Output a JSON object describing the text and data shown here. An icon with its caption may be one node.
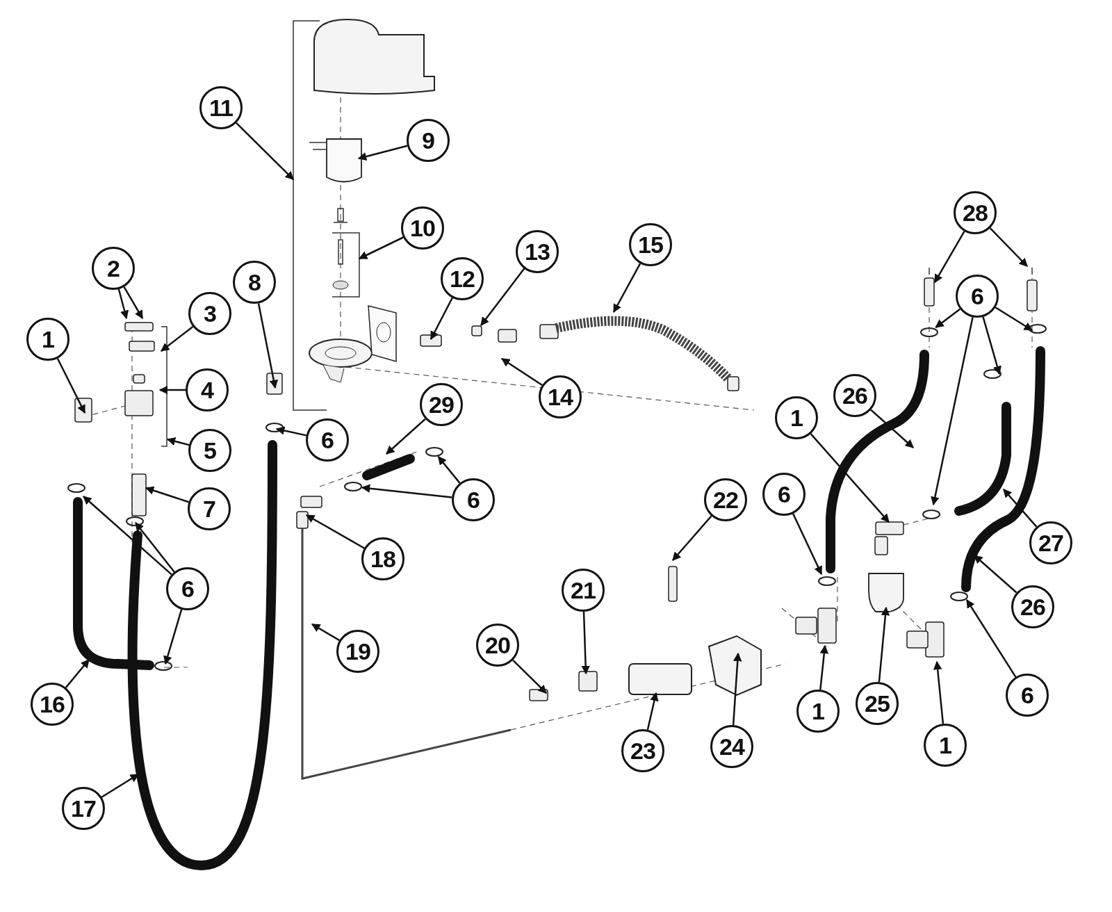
{
  "diagram": {
    "nodes": [
      {
        "text": [
          "1"
        ]
      },
      {
        "text": [
          "2"
        ]
      },
      {
        "text": [
          "3"
        ]
      },
      {
        "text": [
          "4"
        ]
      },
      {
        "text": [
          "5"
        ]
      },
      {
        "text": [
          "6"
        ]
      },
      {
        "text": [
          "7"
        ]
      },
      {
        "text": [
          "6"
        ]
      },
      {
        "text": [
          "8"
        ]
      },
      {
        "text": [
          "9"
        ]
      },
      {
        "text": [
          "10"
        ]
      },
      {
        "text": [
          "11"
        ]
      },
      {
        "text": [
          "12"
        ]
      },
      {
        "text": [
          "13"
        ]
      },
      {
        "text": [
          "14"
        ]
      },
      {
        "text": [
          "15"
        ]
      },
      {
        "text": [
          "29"
        ]
      },
      {
        "text": [
          "6"
        ]
      },
      {
        "text": [
          "18"
        ]
      },
      {
        "text": [
          "19"
        ]
      },
      {
        "text": [
          "22"
        ]
      },
      {
        "text": [
          "21"
        ]
      },
      {
        "text": [
          "20"
        ]
      },
      {
        "text": [
          "23"
        ]
      },
      {
        "text": [
          "24"
        ]
      },
      {
        "text": [
          "1"
        ]
      },
      {
        "text": [
          "26"
        ]
      },
      {
        "text": [
          "6"
        ]
      },
      {
        "text": [
          "28"
        ]
      },
      {
        "text": [
          "6"
        ]
      },
      {
        "text": [
          "27"
        ]
      },
      {
        "text": [
          "26"
        ]
      },
      {
        "text": [
          "6"
        ]
      },
      {
        "text": [
          "1"
        ]
      },
      {
        "text": [
          "25"
        ]
      },
      {
        "text": [
          "1"
        ]
      },
      {
        "text": [
          "16"
        ]
      },
      {
        "text": [
          "17"
        ]
      },
      {
        "text": [],
        "shape": "box"
      },
      {
        "text": [],
        "shape": "circle"
      },
      {
        "text": [],
        "shape": "circle"
      },
      {
        "text": [],
        "shape": "box"
      },
      {
        "text": [],
        "shape": "circle"
      }
    ],
    "edges": [
      {
        "from": 0,
        "to": null,
        "arrow": "to"
      },
      {
        "from": 1,
        "to": null,
        "arrow": "to"
      },
      {
        "from": 1,
        "to": null,
        "arrow": "to"
      },
      {
        "from": 2,
        "to": null,
        "arrow": "to"
      },
      {
        "from": 3,
        "to": null,
        "arrow": "to"
      },
      {
        "from": 4,
        "to": null,
        "arrow": "to"
      },
      {
        "from": 5,
        "to": null,
        "arrow": "to"
      },
      {
        "from": 6,
        "to": null,
        "arrow": "to"
      },
      {
        "from": 7,
        "to": null,
        "arrow": "to"
      },
      {
        "from": 7,
        "to": null,
        "arrow": "to"
      },
      {
        "from": 7,
        "to": null,
        "arrow": "to"
      },
      {
        "from": 8,
        "to": null,
        "arrow": "to"
      },
      {
        "from": 9,
        "to": null,
        "arrow": "to"
      },
      {
        "from": 10,
        "to": null,
        "arrow": "to"
      },
      {
        "from": 11,
        "to": null,
        "arrow": "to"
      },
      {
        "from": 12,
        "to": null,
        "arrow": "to"
      },
      {
        "from": 13,
        "to": 38,
        "arrow": "to"
      },
      {
        "from": 14,
        "to": null,
        "arrow": "to"
      },
      {
        "from": 15,
        "to": null,
        "arrow": "to"
      },
      {
        "from": 16,
        "to": null,
        "arrow": "to"
      },
      {
        "from": 17,
        "to": 39,
        "arrow": "to"
      },
      {
        "from": 17,
        "to": 40,
        "arrow": "to"
      },
      {
        "from": 18,
        "to": null,
        "arrow": "to"
      },
      {
        "from": 19,
        "to": null,
        "arrow": "to"
      },
      {
        "from": 20,
        "to": null,
        "arrow": "to"
      },
      {
        "from": 21,
        "to": null,
        "arrow": "to"
      },
      {
        "from": 22,
        "to": null,
        "arrow": "to"
      },
      {
        "from": 23,
        "to": null,
        "arrow": "to"
      },
      {
        "from": 24,
        "to": null,
        "arrow": "to"
      },
      {
        "from": 25,
        "to": null,
        "arrow": "to"
      },
      {
        "from": 26,
        "to": null,
        "arrow": "to"
      },
      {
        "from": 27,
        "to": null,
        "arrow": "to"
      },
      {
        "from": 28,
        "to": 41,
        "arrow": "to"
      },
      {
        "from": 28,
        "to": null,
        "arrow": "to"
      },
      {
        "from": 29,
        "to": 42,
        "arrow": "to"
      },
      {
        "from": 29,
        "to": null,
        "arrow": "to"
      },
      {
        "from": 29,
        "to": null,
        "arrow": "to"
      },
      {
        "from": 29,
        "to": null,
        "arrow": "to"
      },
      {
        "from": 30,
        "to": null,
        "arrow": "to"
      },
      {
        "from": 31,
        "to": null,
        "arrow": "to"
      },
      {
        "from": 32,
        "to": null,
        "arrow": "to"
      },
      {
        "from": 33,
        "to": null,
        "arrow": "to"
      },
      {
        "from": 34,
        "to": null,
        "arrow": "to"
      },
      {
        "from": 35,
        "to": null,
        "arrow": "to"
      },
      {
        "from": 36,
        "to": null,
        "arrow": "to"
      },
      {
        "from": 37,
        "to": null,
        "arrow": "to"
      }
    ]
  }
}
